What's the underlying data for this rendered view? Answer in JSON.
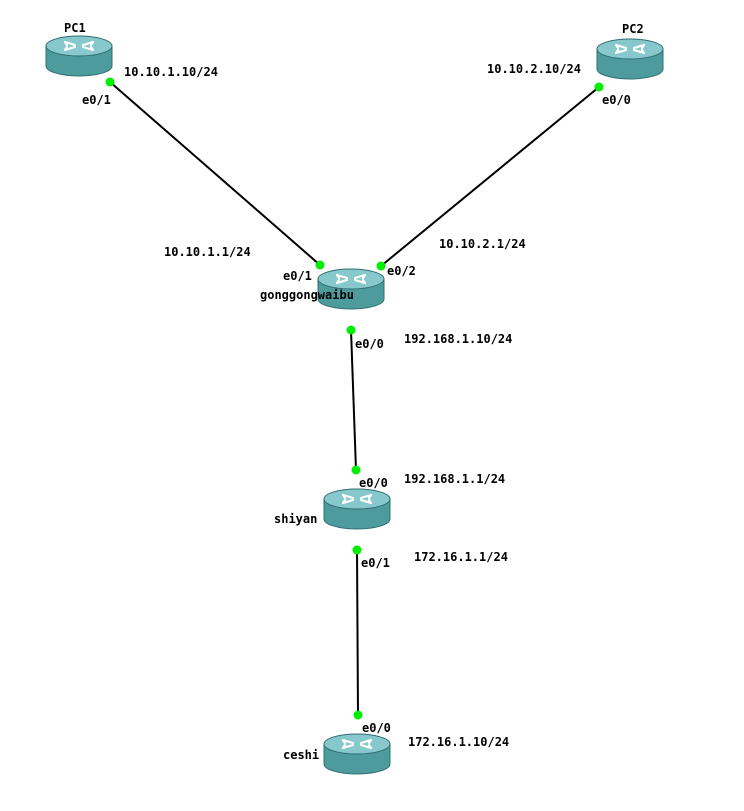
{
  "colors": {
    "router_body": "#4e9b9e",
    "router_top": "#86c8cc",
    "router_edge": "#2f6f72",
    "link": "#000000",
    "port_up": "#00ee00"
  },
  "icon": "router-icon",
  "nodes": {
    "pc1": {
      "name": "PC1"
    },
    "pc2": {
      "name": "PC2"
    },
    "core": {
      "name": "gonggongwaibu"
    },
    "shiyan": {
      "name": "shiyan"
    },
    "ceshi": {
      "name": "ceshi"
    }
  },
  "links": [
    {
      "a_port": "e0/1",
      "a_ip": "10.10.1.10/24",
      "b_port": "e0/1",
      "b_ip": "10.10.1.1/24"
    },
    {
      "a_port": "e0/0",
      "a_ip": "10.10.2.10/24",
      "b_port": "e0/2",
      "b_ip": "10.10.2.1/24"
    },
    {
      "a_port": "e0/0",
      "a_ip": "192.168.1.10/24",
      "b_port": "e0/0",
      "b_ip": "192.168.1.1/24"
    },
    {
      "a_port": "e0/1",
      "a_ip": "172.16.1.1/24",
      "b_port": "e0/0",
      "b_ip": "172.16.1.10/24"
    }
  ]
}
